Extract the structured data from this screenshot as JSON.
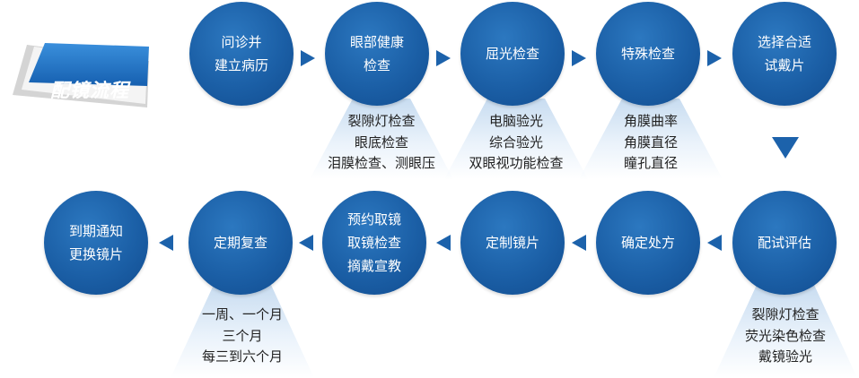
{
  "title": "配镜流程",
  "colors": {
    "circle": "#1b5fa6",
    "arrow": "#1c62ab",
    "badge": "#1d6fc4"
  },
  "steps": [
    {
      "lines": [
        "问诊并",
        "建立病历"
      ]
    },
    {
      "lines": [
        "眼部健康",
        "检查"
      ],
      "details": [
        "裂隙灯检查",
        "眼底检查",
        "泪膜检查、测眼压"
      ]
    },
    {
      "lines": [
        "屈光检查"
      ],
      "details": [
        "电脑验光",
        "综合验光",
        "双眼视功能检查"
      ]
    },
    {
      "lines": [
        "特殊检查"
      ],
      "details": [
        "角膜曲率",
        "角膜直径",
        "瞳孔直径"
      ]
    },
    {
      "lines": [
        "选择合适",
        "试戴片"
      ]
    },
    {
      "lines": [
        "配试评估"
      ],
      "details": [
        "裂隙灯检查",
        "荧光染色检查",
        "戴镜验光"
      ]
    },
    {
      "lines": [
        "确定处方"
      ]
    },
    {
      "lines": [
        "定制镜片"
      ]
    },
    {
      "lines": [
        "预约取镜",
        "取镜检查",
        "摘戴宣教"
      ]
    },
    {
      "lines": [
        "定期复查"
      ],
      "details": [
        "一周、一个月",
        "三个月",
        "每三到六个月"
      ]
    },
    {
      "lines": [
        "到期通知",
        "更换镜片"
      ]
    }
  ]
}
